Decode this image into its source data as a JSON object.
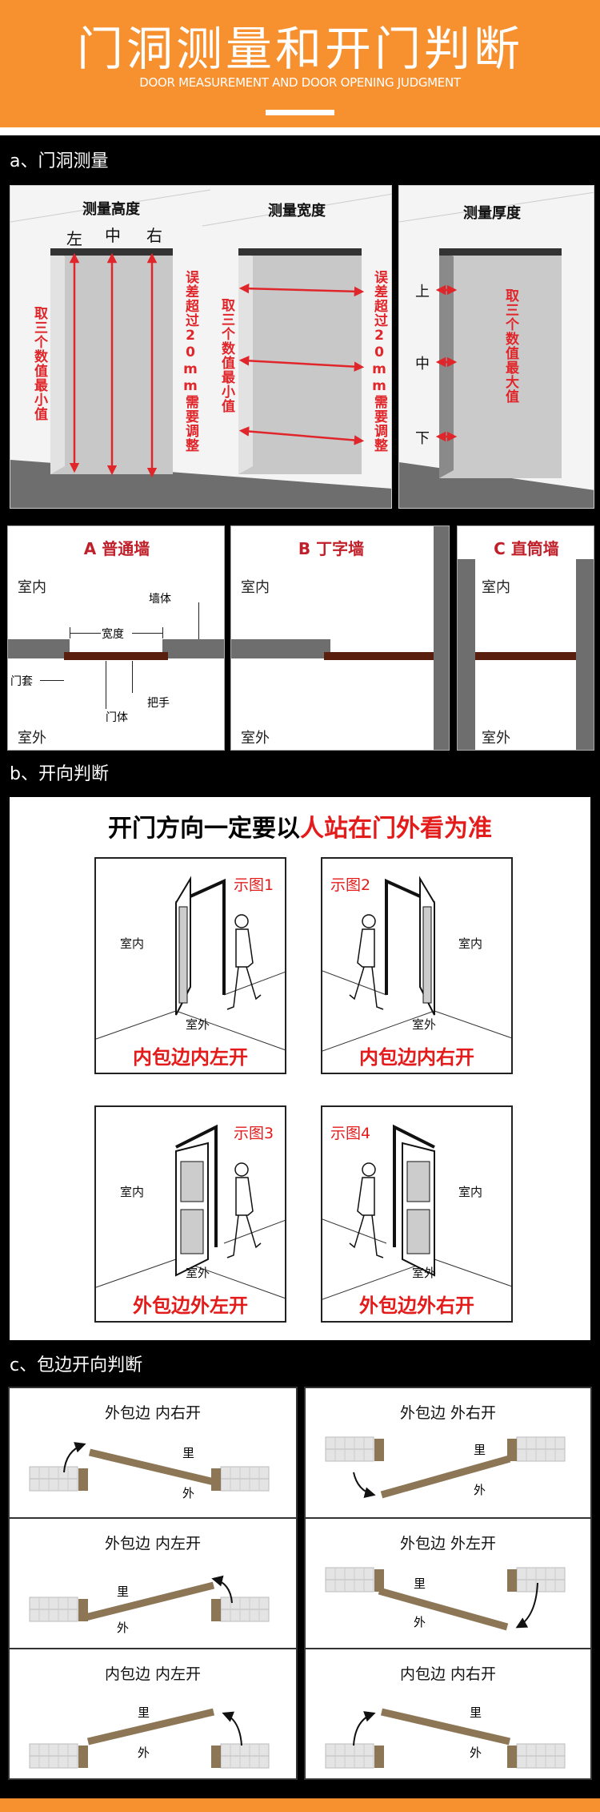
{
  "header": {
    "title": "门洞测量和开门判断",
    "subtitle": "DOOR MEASUREMENT AND DOOR OPENING JUDGMENT",
    "accent_color": "#f7902f"
  },
  "section_a": {
    "heading": "a、门洞测量",
    "height": {
      "title": "测量高度",
      "positions": [
        "左",
        "中",
        "右"
      ],
      "note_left": "取三个数值最小值",
      "note_right": "误差超过20mm需要调整"
    },
    "width": {
      "title": "测量宽度",
      "note_left": "取三个数值最小值",
      "note_right": "误差超过20mm需要调整"
    },
    "thickness": {
      "title": "测量厚度",
      "positions": [
        "上",
        "中",
        "下"
      ],
      "note": "取三个数值最大值"
    },
    "walls": [
      {
        "title": "A 普通墙",
        "indoor": "室内",
        "outdoor": "室外",
        "labels": {
          "wall": "墙体",
          "width": "宽度",
          "frame": "门套",
          "door": "门体",
          "handle": "把手"
        }
      },
      {
        "title": "B 丁字墙",
        "indoor": "室内",
        "outdoor": "室外"
      },
      {
        "title": "C 直筒墙",
        "indoor": "室内",
        "outdoor": "室外"
      }
    ]
  },
  "section_b": {
    "heading": "b、开向判断",
    "headline_black": "开门方向一定要以",
    "headline_red": "人站在门外看为准",
    "cards": [
      {
        "tag": "示图1",
        "indoor": "室内",
        "outdoor": "室外",
        "caption": "内包边内左开"
      },
      {
        "tag": "示图2",
        "indoor": "室内",
        "outdoor": "室外",
        "caption": "内包边内右开"
      },
      {
        "tag": "示图3",
        "indoor": "室内",
        "outdoor": "室外",
        "caption": "外包边外左开"
      },
      {
        "tag": "示图4",
        "indoor": "室内",
        "outdoor": "室外",
        "caption": "外包边外右开"
      }
    ]
  },
  "section_c": {
    "heading": "c、包边开向判断",
    "cells": [
      {
        "title": "外包边 内右开",
        "inside": "里",
        "outside": "外"
      },
      {
        "title": "外包边 外右开",
        "inside": "里",
        "outside": "外"
      },
      {
        "title": "外包边 内左开",
        "inside": "里",
        "outside": "外"
      },
      {
        "title": "外包边 外左开",
        "inside": "里",
        "outside": "外"
      },
      {
        "title": "内包边 内左开",
        "inside": "里",
        "outside": "外"
      },
      {
        "title": "内包边 内右开",
        "inside": "里",
        "outside": "外"
      }
    ]
  }
}
